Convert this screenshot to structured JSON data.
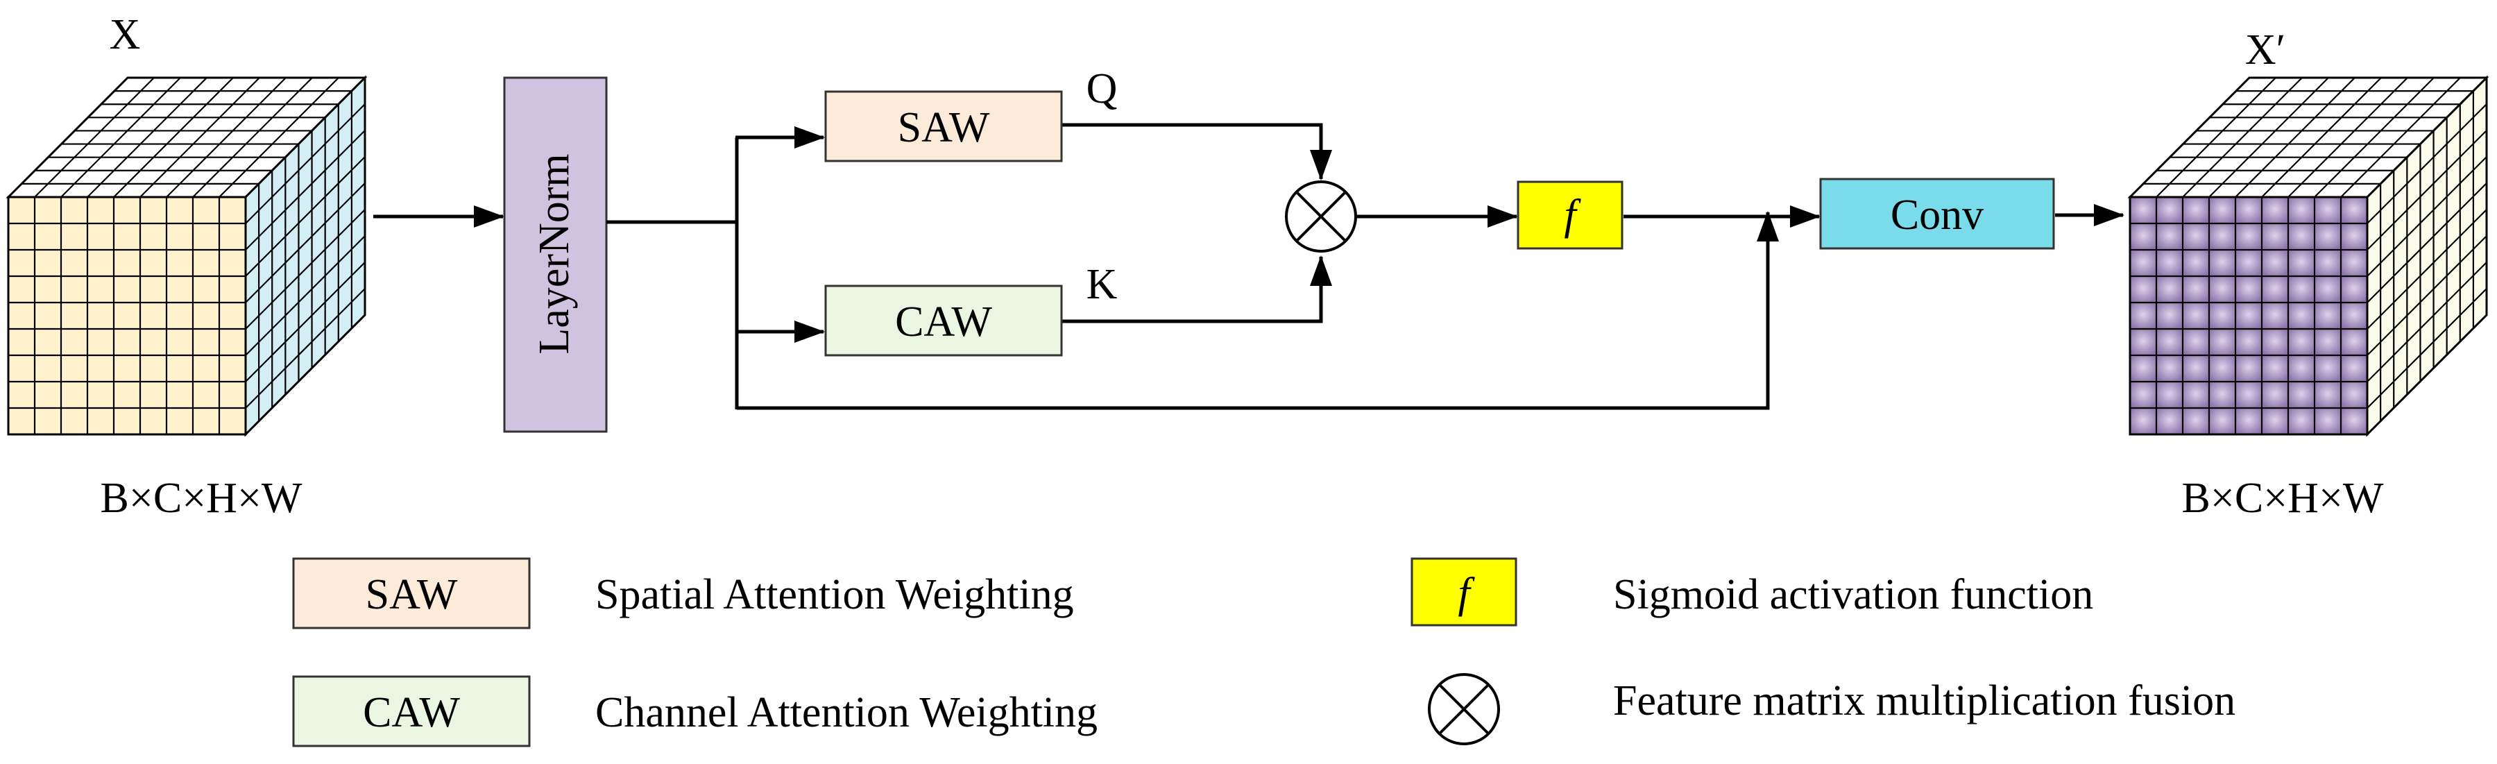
{
  "input": {
    "label": "X",
    "dims": "B×C×H×W",
    "front_color": "#FFF2CC",
    "side_color": "#D4EEF5",
    "top_color": "#FFFFFF"
  },
  "output": {
    "label": "X′",
    "dims": "B×C×H×W",
    "front_color": "#9E88B8",
    "side_color": "#FAFBE9",
    "top_color": "#FFFFFF"
  },
  "layernorm": {
    "label": "LayerNorm",
    "color": "#CFC3E0"
  },
  "saw": {
    "label": "SAW",
    "output_label": "Q",
    "color": "#FCEBD9"
  },
  "caw": {
    "label": "CAW",
    "output_label": "K",
    "color": "#EBF6E2"
  },
  "sigmoid": {
    "label": "f",
    "color": "#FFFF00"
  },
  "conv": {
    "label": "Conv",
    "color": "#7ADCEA"
  },
  "legend": {
    "saw": {
      "symbol": "SAW",
      "text": "Spatial Attention Weighting"
    },
    "caw": {
      "symbol": "CAW",
      "text": "Channel Attention Weighting"
    },
    "sigmoid": {
      "symbol": "f",
      "text": "Sigmoid activation function"
    },
    "multiply": {
      "symbol": "⊗",
      "text": "Feature matrix multiplication fusion"
    }
  }
}
